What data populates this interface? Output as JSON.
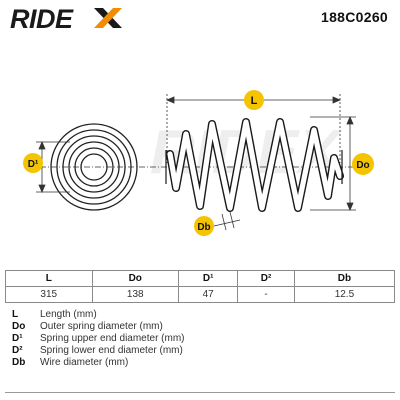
{
  "brand": {
    "logo_text": "RIDEX",
    "colors": {
      "dark": "#1a1a1a",
      "orange": "#f28c00"
    }
  },
  "part_code": "188C0260",
  "diagram": {
    "callouts": {
      "length": "L",
      "outer": "Do",
      "upper": "D¹",
      "wire": "Db"
    },
    "callout_color": "#f5c400"
  },
  "table": {
    "headers": [
      "L",
      "Do",
      "D¹",
      "D²",
      "Db"
    ],
    "values": [
      "315",
      "138",
      "47",
      "-",
      "12.5"
    ]
  },
  "legend": [
    {
      "key": "L",
      "text": "Length (mm)"
    },
    {
      "key": "Do",
      "text": "Outer spring diameter (mm)"
    },
    {
      "key": "D¹",
      "text": "Spring upper end diameter (mm)"
    },
    {
      "key": "D²",
      "text": "Spring lower end diameter (mm)"
    },
    {
      "key": "Db",
      "text": "Wire diameter (mm)"
    }
  ]
}
